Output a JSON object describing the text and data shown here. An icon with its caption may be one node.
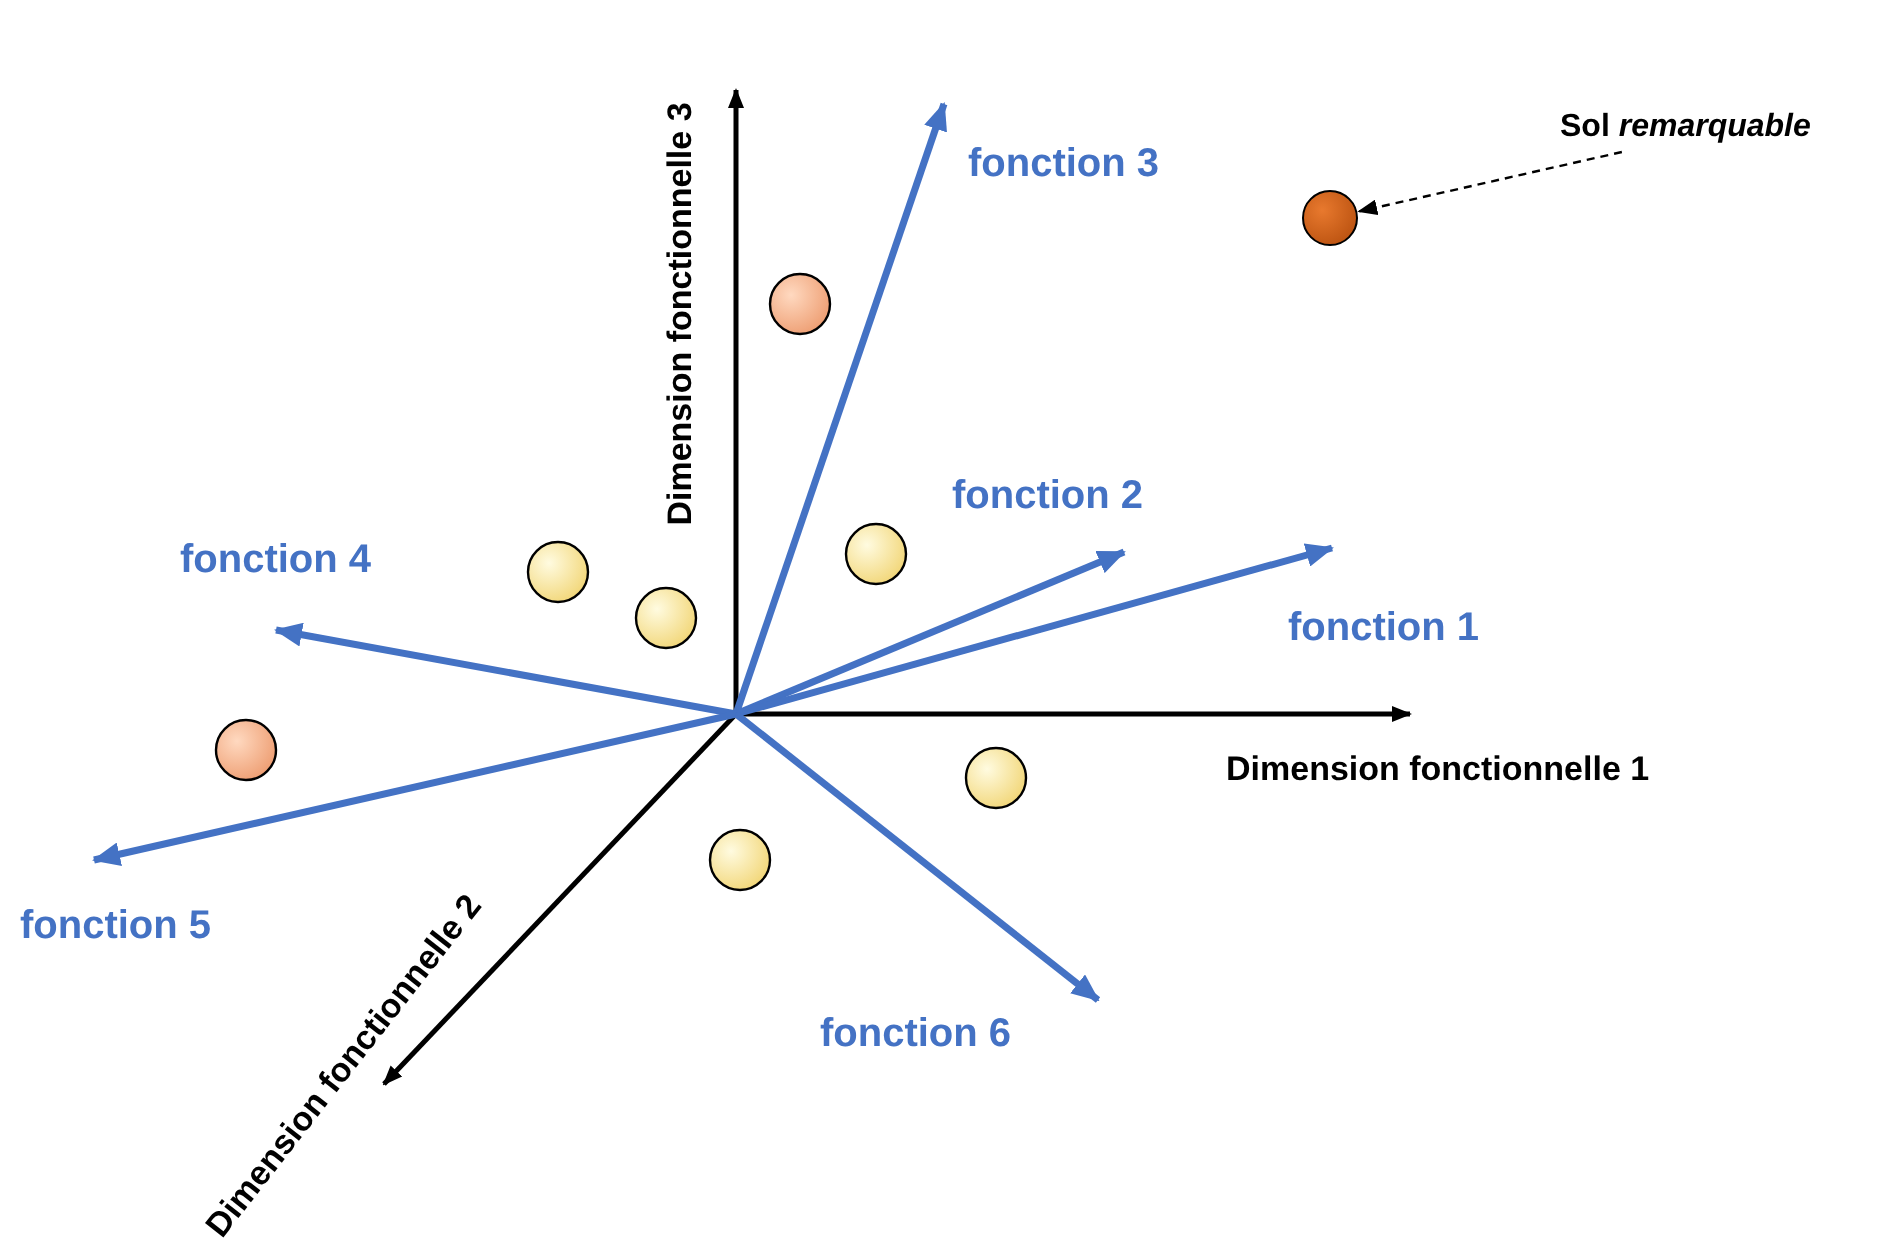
{
  "diagram": {
    "nodes": [
      {
        "text": [
          "Sol *remarquable*"
        ]
      },
      {
        "text": [],
        "shape": "circle"
      }
    ],
    "edges": [
      {
        "from": 0,
        "to": 1,
        "arrow": "to",
        "style": "dashed"
      }
    ],
    "labels": [
      "Dimension fonctionnelle 3",
      "fonction 3",
      "fonction 2",
      "fonction 4",
      "fonction 1",
      "Dimension fonctionnelle 1",
      "fonction 5",
      "Dimension fonctionnelle 2",
      "fonction 6"
    ]
  }
}
